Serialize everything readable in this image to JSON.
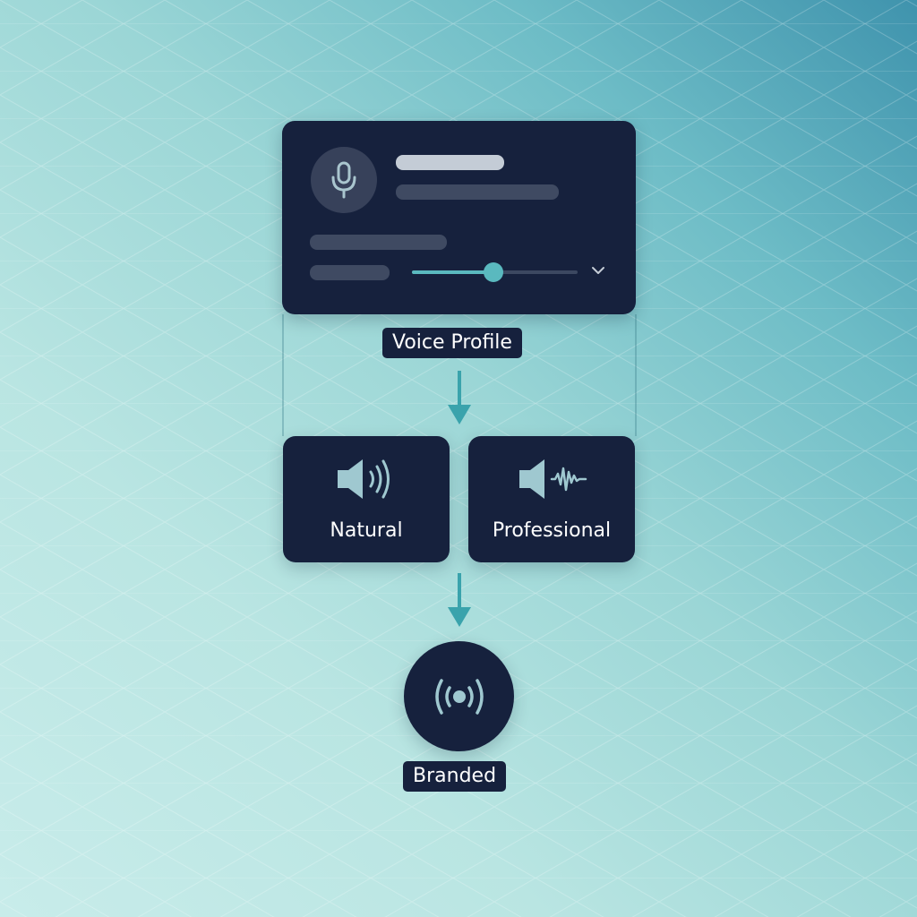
{
  "diagram": {
    "profile_card": {
      "label": "Voice Profile",
      "slider_level": 0.49
    },
    "options": [
      {
        "label": "Natural",
        "icon": "speaker-waves-icon"
      },
      {
        "label": "Professional",
        "icon": "speaker-soundwave-icon"
      }
    ],
    "result": {
      "label": "Branded",
      "icon": "broadcast-icon"
    }
  },
  "colors": {
    "card_bg": "#16213d",
    "accent": "#5ab9bf",
    "icon": "#9fc8d0",
    "background_start": "#c8ecea",
    "background_end": "#3f93ad"
  }
}
